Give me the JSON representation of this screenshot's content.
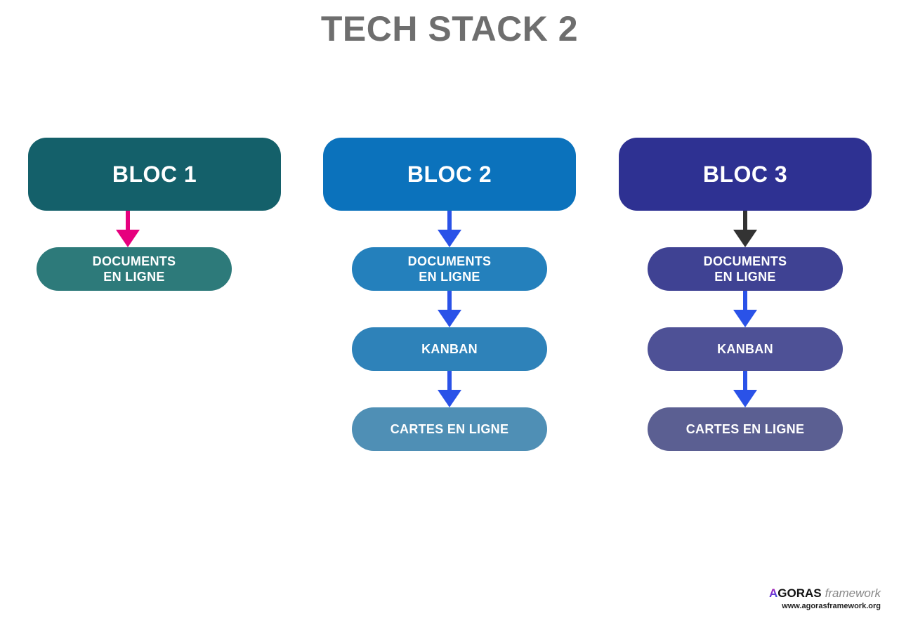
{
  "page": {
    "title": "TECH STACK 2",
    "background": "#ffffff",
    "title_color": "#6e6e6e"
  },
  "columns": [
    {
      "id": "bloc-1",
      "header": {
        "label": "BLOC 1",
        "color": "#14606a"
      },
      "arrow_color": "#e6007e",
      "steps": [
        {
          "label": "DOCUMENTS\nEN LIGNE",
          "line1": "DOCUMENTS",
          "line2": "EN LIGNE",
          "color": "#2d7a7a",
          "arrow_color": "#e6007e"
        }
      ]
    },
    {
      "id": "bloc-2",
      "header": {
        "label": "BLOC 2",
        "color": "#0b72bc"
      },
      "arrow_color": "#2a52e8",
      "steps": [
        {
          "label": "DOCUMENTS\nEN LIGNE",
          "line1": "DOCUMENTS",
          "line2": "EN LIGNE",
          "color": "#2480bc",
          "arrow_color": "#2a52e8"
        },
        {
          "label": "KANBAN",
          "line1": "KANBAN",
          "line2": "",
          "color": "#2e82b9",
          "arrow_color": "#2a52e8"
        },
        {
          "label": "CARTES EN LIGNE",
          "line1": "CARTES EN LIGNE",
          "line2": "",
          "color": "#4f8fb5",
          "arrow_color": "#2a52e8"
        }
      ]
    },
    {
      "id": "bloc-3",
      "header": {
        "label": "BLOC 3",
        "color": "#2e3192"
      },
      "arrow_color": "#333333",
      "steps": [
        {
          "label": "DOCUMENTS\nEN LIGNE",
          "line1": "DOCUMENTS",
          "line2": "EN LIGNE",
          "color": "#3f4293",
          "arrow_color": "#333333"
        },
        {
          "label": "KANBAN",
          "line1": "KANBAN",
          "line2": "",
          "color": "#4e5196",
          "arrow_color": "#2a52e8"
        },
        {
          "label": "CARTES EN LIGNE",
          "line1": "CARTES EN LIGNE",
          "line2": "",
          "color": "#5b5f92",
          "arrow_color": "#2a52e8"
        }
      ]
    }
  ],
  "logo": {
    "initial": "A",
    "name": "GORAS",
    "word": "framework",
    "url": "www.agorasframework.org",
    "gradient_from": "#e6007e",
    "gradient_to": "#1e5fe0"
  }
}
